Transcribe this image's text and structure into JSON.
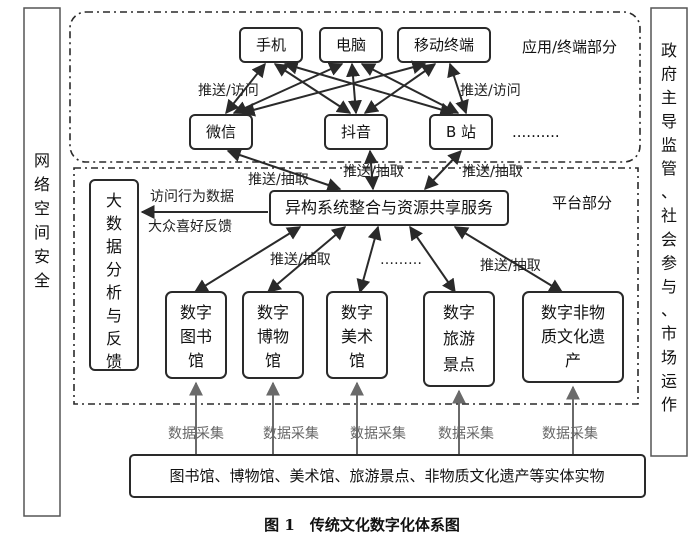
{
  "left_panel": {
    "label": "网络空间安全"
  },
  "right_panel": {
    "label": "政府主导监管、社会参与、市场运作"
  },
  "app_section": {
    "title": "应用/终端部分",
    "terminals": [
      {
        "label": "手机"
      },
      {
        "label": "电脑"
      },
      {
        "label": "移动终端"
      }
    ],
    "apps": [
      {
        "label": "微信"
      },
      {
        "label": "抖音"
      },
      {
        "label": "B 站"
      }
    ],
    "apps_more": "..........",
    "link_left": "推送/访问",
    "link_right": "推送/访问"
  },
  "platform_section": {
    "title": "平台部分",
    "links_up": [
      "推送/抽取",
      "推送/抽取",
      "推送/抽取"
    ],
    "integration": "异构系统整合与资源共享服务",
    "bigdata": "大数据分析与反馈",
    "feedback_1": "访问行为数据",
    "feedback_2": "大众喜好反馈",
    "links_down": [
      "推送/抽取",
      "推送/抽取"
    ],
    "down_more": "………",
    "venues": [
      {
        "label": "数字图书馆"
      },
      {
        "label": "数字博物馆"
      },
      {
        "label": "数字美术馆"
      },
      {
        "label": "数字旅游景点"
      },
      {
        "label": "数字非物质文化遗产"
      }
    ]
  },
  "collection": {
    "labels": [
      "数据采集",
      "数据采集",
      "数据采集",
      "数据采集",
      "数据采集"
    ],
    "entities": "图书馆、博物馆、美术馆、旅游景点、非物质文化遗产等实体实物"
  },
  "caption": "图 1　传统文化数字化体系图"
}
